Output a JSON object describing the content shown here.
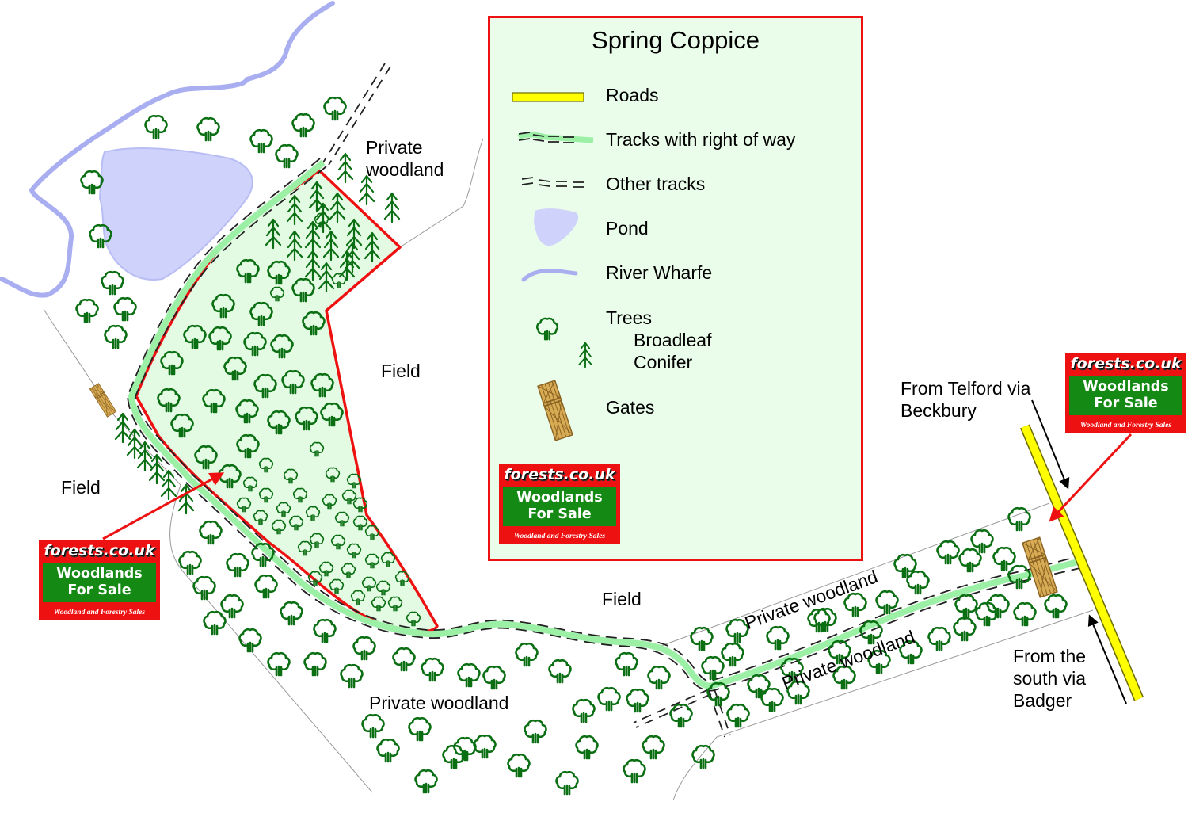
{
  "map": {
    "title": "Spring Coppice",
    "labels": {
      "private_woodland_north": [
        "Private",
        "woodland"
      ],
      "field_east": "Field",
      "field_west": "Field",
      "field_south": "Field",
      "private_woodland_south": "Private woodland",
      "private_woodland_strip_upper": "Private woodland",
      "private_woodland_strip_lower": "Private woodland",
      "from_telford": [
        "From Telford via",
        "Beckbury"
      ],
      "from_south": [
        "From the",
        "south via",
        "Badger"
      ]
    },
    "colors": {
      "boundary": "#ee1111",
      "property_fill": "#e3fbe3",
      "tree": "#0a6e12",
      "track": "#9bf0a6",
      "water": "#a9aef0",
      "pond": "#cfd2fa",
      "road": "#ffff00",
      "legend_bg": "#eafdea"
    }
  },
  "legend": {
    "title": "Spring Coppice",
    "items": [
      {
        "icon": "road-icon",
        "label": "Roads"
      },
      {
        "icon": "track-right-of-way-icon",
        "label": "Tracks with right of way"
      },
      {
        "icon": "other-track-icon",
        "label": "Other tracks"
      },
      {
        "icon": "pond-icon",
        "label": "Pond"
      },
      {
        "icon": "river-icon",
        "label": "River Wharfe"
      },
      {
        "icon": "tree-icon",
        "label": "Trees"
      },
      {
        "icon": "gate-icon",
        "label": "Gates"
      }
    ],
    "tree_types": [
      {
        "icon": "broadleaf-tree-icon",
        "label": "Broadleaf"
      },
      {
        "icon": "conifer-tree-icon",
        "label": "Conifer"
      }
    ]
  },
  "badge": {
    "site": "forests.co.uk",
    "line1": "Woodlands",
    "line2": "For Sale",
    "tagline": "Woodland and Forestry Sales"
  }
}
